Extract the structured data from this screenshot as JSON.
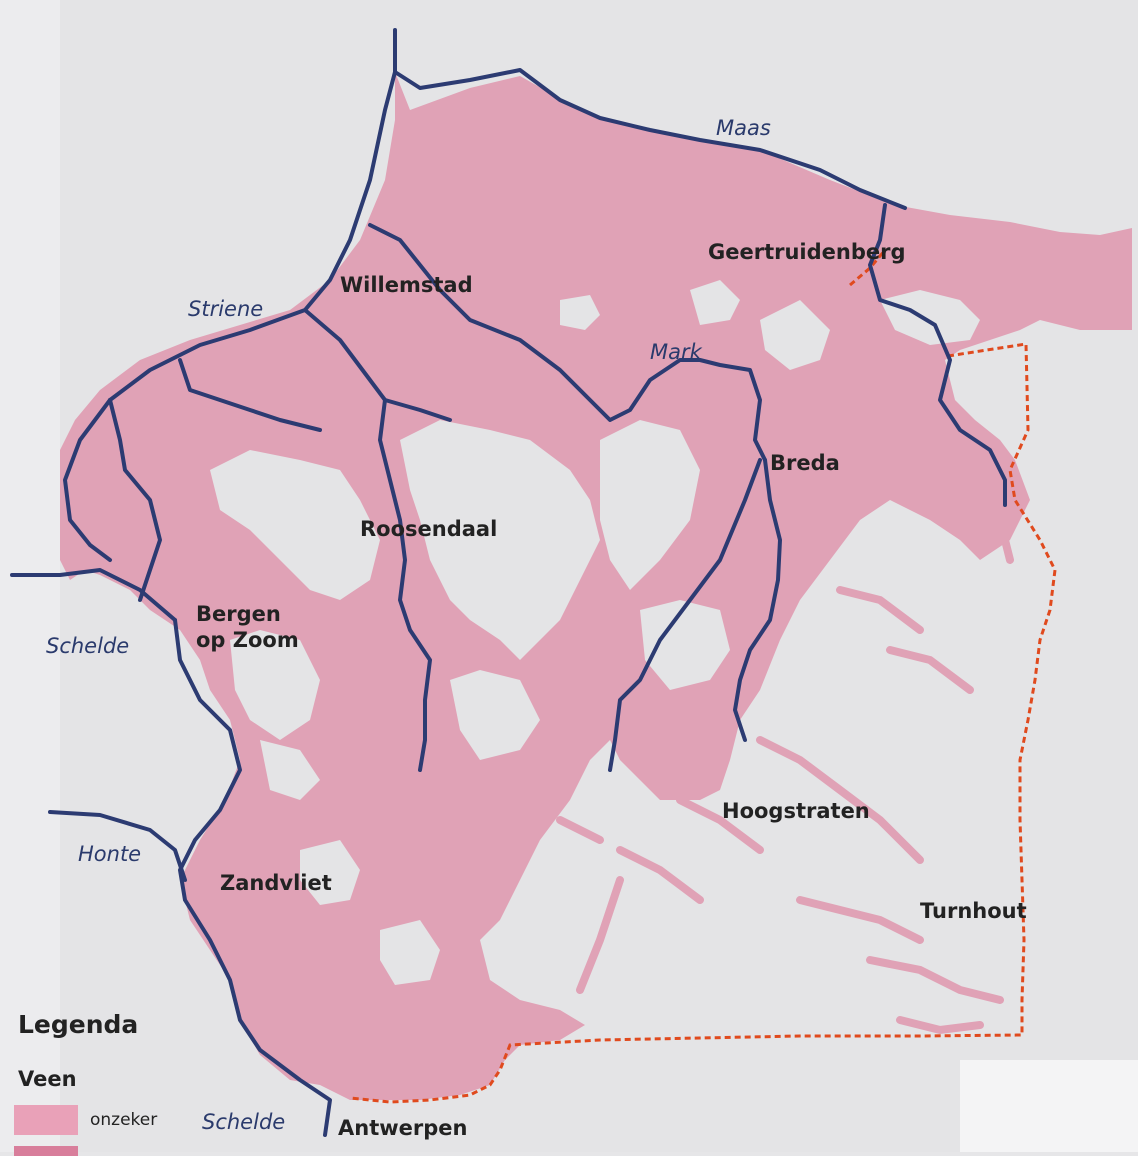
{
  "legend": {
    "title": "Legenda",
    "subtitle": "Veen",
    "items": [
      {
        "label": "onzeker",
        "color": "#e9a1b8"
      }
    ]
  },
  "colors": {
    "peat": "#e0a2b6",
    "river": "#2c3b72",
    "border": "#e04a1e",
    "background": "#e6e6e8"
  },
  "cities": {
    "geertruidenberg": "Geertruidenberg",
    "willemstad": "Willemstad",
    "breda": "Breda",
    "roosendaal": "Roosendaal",
    "bergen1": "Bergen",
    "bergen2": "op Zoom",
    "hoogstraten": "Hoogstraten",
    "zandvliet": "Zandvliet",
    "turnhout": "Turnhout",
    "antwerpen": "Antwerpen"
  },
  "rivers": {
    "maas": "Maas",
    "striene": "Striene",
    "mark": "Mark",
    "schelde_top": "Schelde",
    "honte": "Honte",
    "schelde_bottom": "Schelde"
  }
}
